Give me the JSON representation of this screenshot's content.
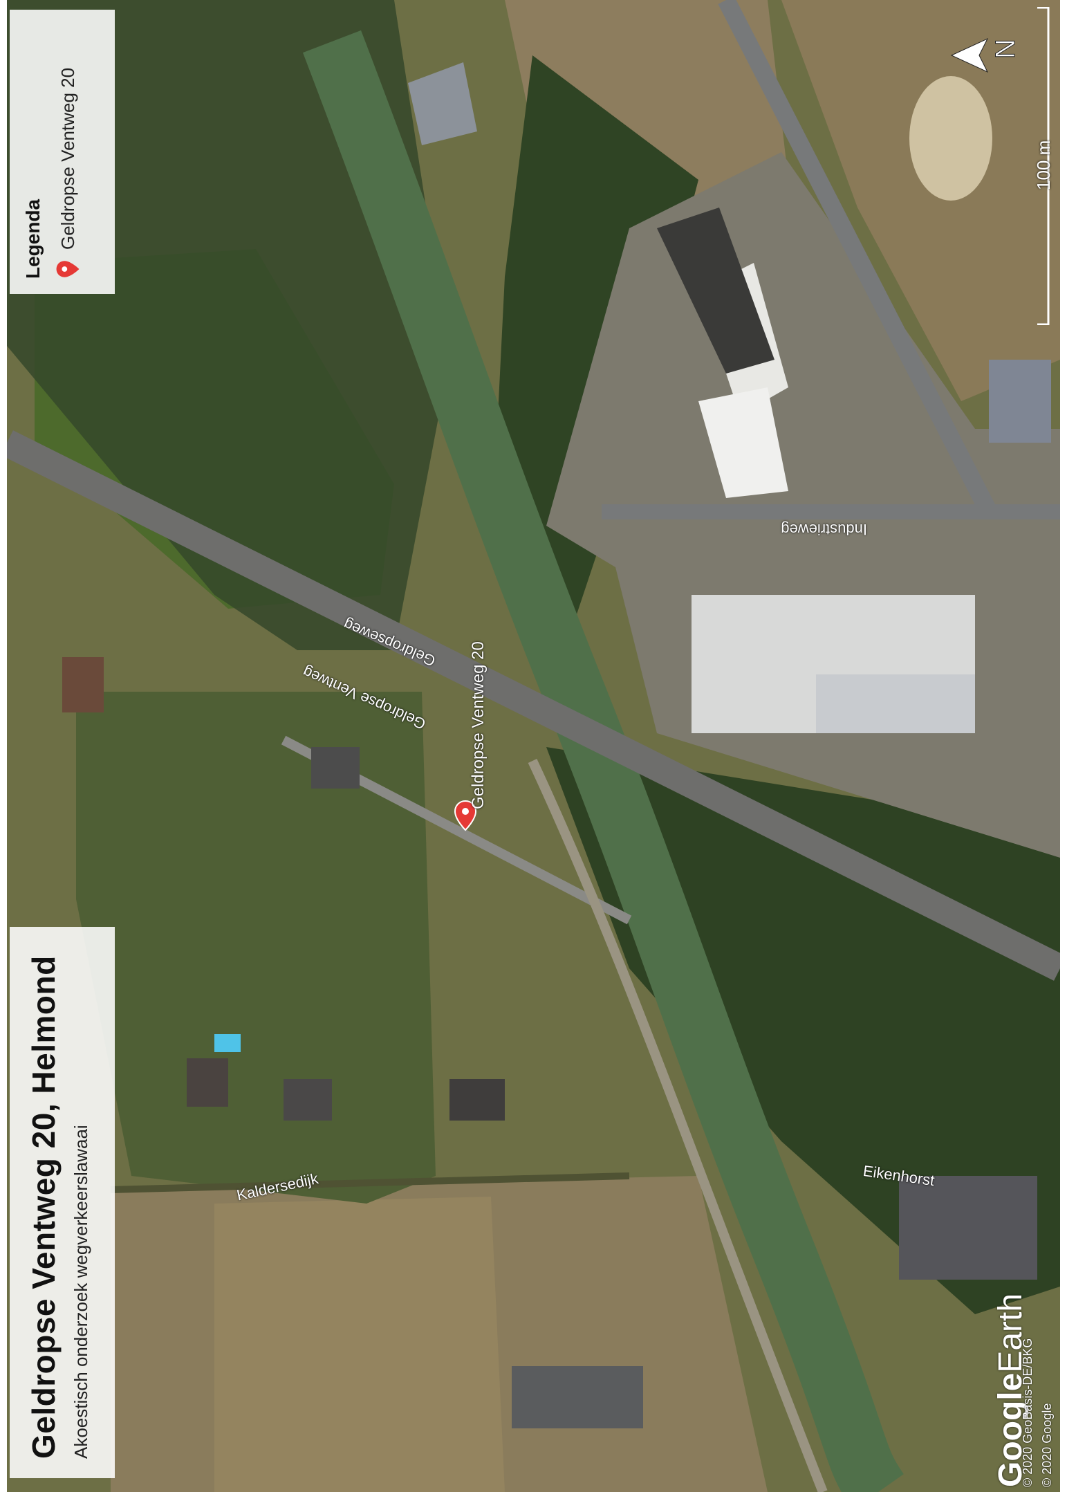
{
  "map": {
    "title": "Geldropse Ventweg 20, Helmond",
    "subtitle": "Akoestisch onderzoek wegverkeerslawaai",
    "legend": {
      "title": "Legenda",
      "items": [
        {
          "label": "Geldropse Ventweg 20",
          "icon": "red-location-pin-icon",
          "color": "#e53935"
        }
      ]
    },
    "marker_label": "Geldropse Ventweg 20",
    "streets": {
      "geldropseweg": "Geldropseweg",
      "geldropse_ventweg": "Geldropse Ventweg",
      "industrieweg": "Industrieweg",
      "kaldersedijk": "Kaldersedijk",
      "eikenhorst": "Eikenhorst"
    },
    "north_label": "N",
    "scale_label": "100 m",
    "provider_logo": {
      "part1": "Google",
      "part2": "Earth"
    },
    "copyright": [
      "© 2020 GeoBasis-DE/BKG",
      "© 2020 Google"
    ],
    "colors": {
      "canal": "#4f6e48",
      "forest": "#2f4424",
      "field": "#8a7a5a",
      "marker": "#e53935"
    }
  }
}
